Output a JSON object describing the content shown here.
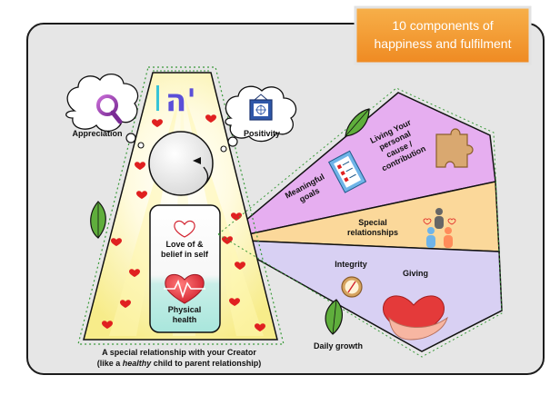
{
  "title": {
    "line1": "10 components of",
    "line2": "happiness and fulfilment"
  },
  "header_glyph": "ה'",
  "thought_bubbles": {
    "left": "Appreciation",
    "right": "Positivity"
  },
  "inner_panel": {
    "love_line1": "Love of &",
    "love_line2": "belief in self",
    "health_line1": "Physical",
    "health_line2": "health"
  },
  "fan": {
    "top": {
      "goals_line1": "Meaningful",
      "goals_line2": "goals",
      "cause_line1": "Living Your",
      "cause_line2": "personal",
      "cause_line3": "cause /",
      "cause_line4": "contribution"
    },
    "middle": {
      "line1": "Special",
      "line2": "relationships"
    },
    "bottom": {
      "integrity": "Integrity",
      "giving": "Giving"
    }
  },
  "daily_growth": "Daily growth",
  "caption": {
    "line1": "A special relationship with your Creator",
    "line2_before": "(like a ",
    "line2_emph": "healthy",
    "line2_after": " child to parent relationship)"
  },
  "colors": {
    "frame_bg": "#e6e6e6",
    "title_box": "#f39a2e",
    "beam": "#fdf8c0",
    "segment_top": "#e6aef0",
    "segment_middle": "#fbd89a",
    "segment_bottom": "#d8d0f3",
    "heart_red": "#e02020"
  }
}
